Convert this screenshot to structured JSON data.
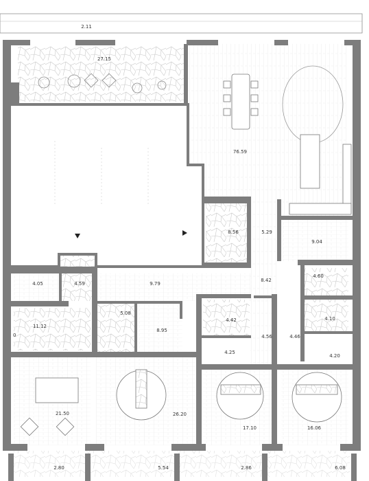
{
  "rooms": [
    {
      "id": "balcony-top",
      "label": "2.11"
    },
    {
      "id": "terrace-top",
      "label": "27.15"
    },
    {
      "id": "living-dining",
      "label": "76.59"
    },
    {
      "id": "bath-center",
      "label": "8.56"
    },
    {
      "id": "corridor-vertical",
      "label": "5.29"
    },
    {
      "id": "room-right-upper",
      "label": "9.04"
    },
    {
      "id": "wc-left",
      "label": "4.05"
    },
    {
      "id": "hall-left",
      "label": "4.59"
    },
    {
      "id": "hall-center",
      "label": "9.79"
    },
    {
      "id": "corridor-right",
      "label": "8.42"
    },
    {
      "id": "bath-right-upper",
      "label": "4.60"
    },
    {
      "id": "bath-left",
      "label": "11.12"
    },
    {
      "id": "wc-center",
      "label": "5.08"
    },
    {
      "id": "dressing-center",
      "label": "8.95"
    },
    {
      "id": "bath-middle",
      "label": "4.42"
    },
    {
      "id": "bath-right-lower",
      "label": "4.10"
    },
    {
      "id": "hall-middle-a",
      "label": "4.56"
    },
    {
      "id": "hall-middle-b",
      "label": "4.46"
    },
    {
      "id": "wardrobe-middle",
      "label": "4.25"
    },
    {
      "id": "wardrobe-right",
      "label": "4.20"
    },
    {
      "id": "bedroom-left",
      "label": "21.50"
    },
    {
      "id": "bedroom-center",
      "label": "26.20"
    },
    {
      "id": "bedroom-middle",
      "label": "17.10"
    },
    {
      "id": "bedroom-right",
      "label": "16.06"
    },
    {
      "id": "balcony-1",
      "label": "2.80"
    },
    {
      "id": "balcony-2",
      "label": "5.54"
    },
    {
      "id": "balcony-3",
      "label": "2.86"
    },
    {
      "id": "balcony-4",
      "label": "6.08"
    },
    {
      "id": "edge-mark",
      "label": "0"
    }
  ],
  "colors": {
    "wall": "#7d7d7d",
    "line": "#8a8a8a",
    "floor": "#ffffff",
    "tile": "#d8d8d8"
  }
}
